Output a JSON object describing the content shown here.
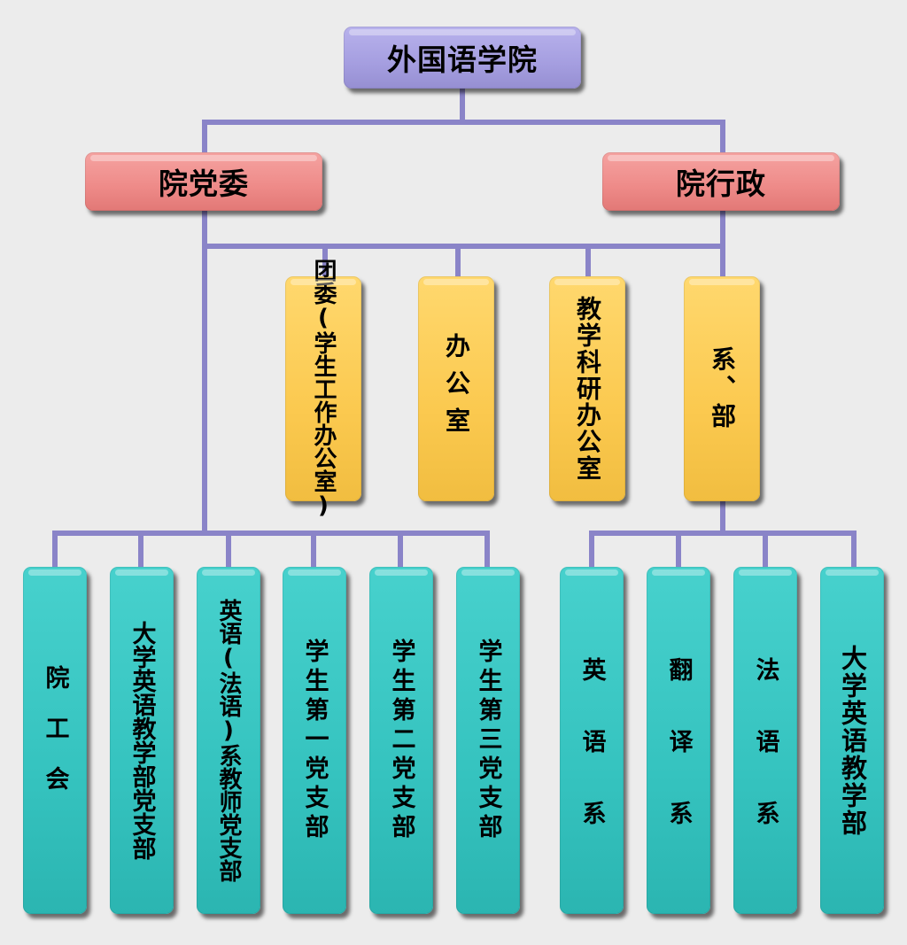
{
  "top": {
    "label": "外国语学院"
  },
  "level2": [
    {
      "label": "院党委"
    },
    {
      "label": "院行政"
    }
  ],
  "offices": [
    {
      "label": "团委(学生工作办公室)"
    },
    {
      "label": "办公室"
    },
    {
      "label": "教学科研办公室"
    },
    {
      "label": "系、部"
    }
  ],
  "party_units": [
    {
      "label": "院工会"
    },
    {
      "label": "大学英语教学部党支部"
    },
    {
      "label": "英语(法语)系教师党支部"
    },
    {
      "label": "学生第一党支部"
    },
    {
      "label": "学生第二党支部"
    },
    {
      "label": "学生第三党支部"
    }
  ],
  "departments": [
    {
      "label": "英语系"
    },
    {
      "label": "翻译系"
    },
    {
      "label": "法语系"
    },
    {
      "label": "大学英语教学部"
    }
  ],
  "colors": {
    "top": "#a59ee0",
    "level2": "#ee8a88",
    "offices": "#fbc94f",
    "units": "#35c3bf",
    "connector": "#8a84c8",
    "background": "#ececec"
  }
}
